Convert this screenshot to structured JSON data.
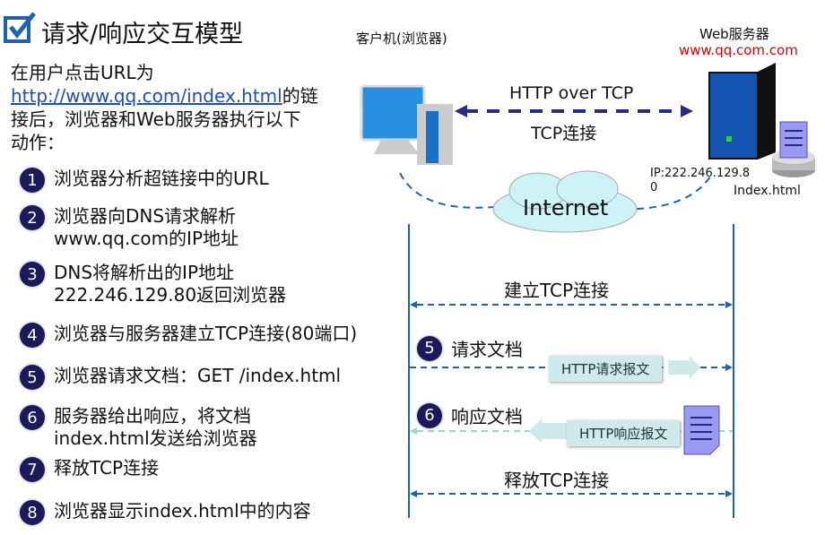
{
  "title": "请求/响应交互模型",
  "intro": {
    "line1": "在用户点击URL为",
    "link": "http://www.qq.com/index.html",
    "line2_suffix": "的链",
    "line3": "接后，浏览器和Web服务器执行以下",
    "line4": "动作："
  },
  "steps": [
    {
      "num": "1",
      "text": "浏览器分析超链接中的URL"
    },
    {
      "num": "2",
      "text": "浏览器向DNS请求解析\nwww.qq.com的IP地址"
    },
    {
      "num": "3",
      "text": "DNS将解析出的IP地址\n222.246.129.80返回浏览器"
    },
    {
      "num": "4",
      "text": "浏览器与服务器建立TCP连接(80端口)"
    },
    {
      "num": "5",
      "text": "浏览器请求文档：GET /index.html"
    },
    {
      "num": "6",
      "text": "服务器给出响应，将文档\nindex.html发送给浏览器"
    },
    {
      "num": "7",
      "text": "释放TCP连接"
    },
    {
      "num": "8",
      "text": "浏览器显示index.html中的内容"
    }
  ],
  "diagram": {
    "client_label": "客户机(浏览器)",
    "server_label": "Web服务器",
    "server_domain": "www.qq.com.com",
    "http_over_tcp": "HTTP over TCP",
    "tcp_conn": "TCP连接",
    "ip": "IP:222.246.129.8\n0",
    "file": "Index.html",
    "internet": "Internet",
    "establish": "建立TCP连接",
    "req_num": "5",
    "req_label": "请求文档",
    "req_msg": "HTTP请求报文",
    "resp_num": "6",
    "resp_label": "响应文档",
    "resp_msg": "HTTP响应报文",
    "release": "释放TCP连接"
  },
  "colors": {
    "accent": "#1f62b5",
    "num_bg": "#1c1a5c",
    "domain": "#e00000",
    "arrow": "#2a2a8a"
  }
}
